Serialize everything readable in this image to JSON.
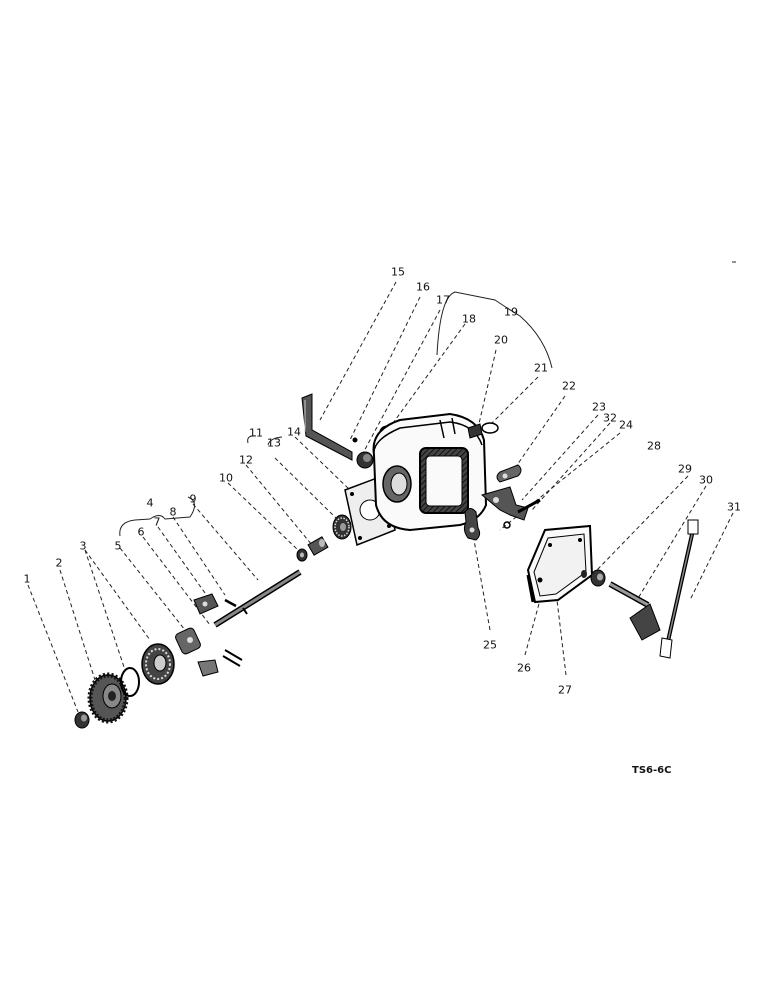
{
  "labels": [
    "1",
    "2",
    "3",
    "4",
    "5",
    "6",
    "7",
    "8",
    "9",
    "10",
    "11",
    "12",
    "13",
    "14",
    "15",
    "16",
    "17",
    "18",
    "19",
    "20",
    "21",
    "22",
    "23",
    "32",
    "24",
    "28",
    "29",
    "30",
    "31",
    "25",
    "26",
    "27"
  ],
  "drawing_code": "TS6-6C"
}
